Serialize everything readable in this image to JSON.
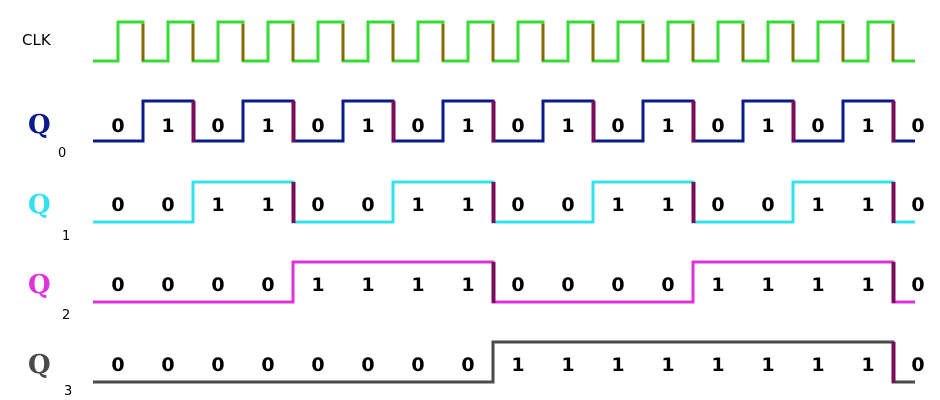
{
  "diagram": {
    "clock": {
      "label": "CLK",
      "color": "#33dd33",
      "edge_color": "#8a6a00",
      "cycles": 16
    },
    "signals": [
      {
        "name": "Q",
        "subscript": "0",
        "color": "#0b1b8c",
        "bits": [
          "0",
          "1",
          "0",
          "1",
          "0",
          "1",
          "0",
          "1",
          "0",
          "1",
          "0",
          "1",
          "0",
          "1",
          "0",
          "1",
          "0"
        ]
      },
      {
        "name": "Q",
        "subscript": "1",
        "color": "#33e0ee",
        "bits": [
          "0",
          "0",
          "1",
          "1",
          "0",
          "0",
          "1",
          "1",
          "0",
          "0",
          "1",
          "1",
          "0",
          "0",
          "1",
          "1",
          "0"
        ]
      },
      {
        "name": "Q",
        "subscript": "2",
        "color": "#dd33dd",
        "bits": [
          "0",
          "0",
          "0",
          "0",
          "1",
          "1",
          "1",
          "1",
          "0",
          "0",
          "0",
          "0",
          "1",
          "1",
          "1",
          "1",
          "0"
        ]
      },
      {
        "name": "Q",
        "subscript": "3",
        "color": "#4a4a4a",
        "bits": [
          "0",
          "0",
          "0",
          "0",
          "0",
          "0",
          "0",
          "0",
          "1",
          "1",
          "1",
          "1",
          "1",
          "1",
          "1",
          "1",
          "0"
        ]
      }
    ],
    "transition_marker_color": "#7a0a5a"
  }
}
